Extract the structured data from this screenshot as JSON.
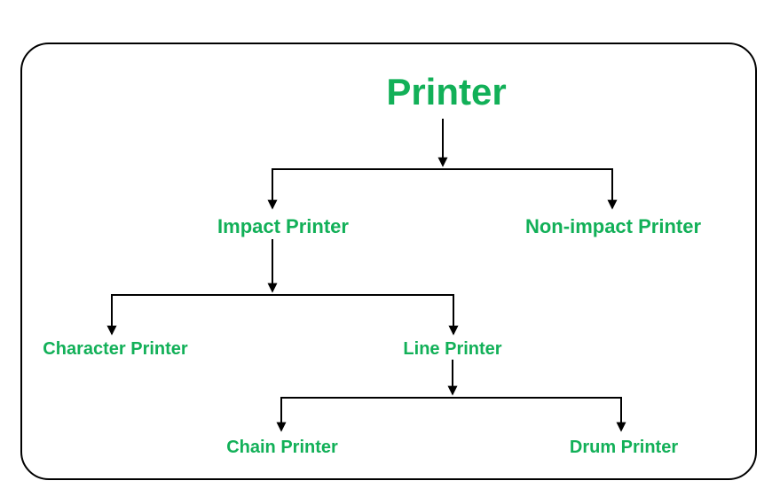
{
  "diagram": {
    "type": "tree",
    "title": "Printer",
    "hierarchy": {
      "label": "Printer",
      "children": [
        {
          "label": "Impact Printer",
          "children": [
            {
              "label": "Character Printer",
              "children": []
            },
            {
              "label": "Line Printer",
              "children": [
                {
                  "label": "Chain Printer",
                  "children": []
                },
                {
                  "label": "Drum Printer",
                  "children": []
                }
              ]
            }
          ]
        },
        {
          "label": "Non-impact Printer",
          "children": []
        }
      ]
    },
    "edges": [
      {
        "from": "Printer",
        "to": "Impact Printer"
      },
      {
        "from": "Printer",
        "to": "Non-impact Printer"
      },
      {
        "from": "Impact Printer",
        "to": "Character Printer"
      },
      {
        "from": "Impact Printer",
        "to": "Line Printer"
      },
      {
        "from": "Line Printer",
        "to": "Chain Printer"
      },
      {
        "from": "Line Printer",
        "to": "Drum Printer"
      }
    ]
  },
  "colors": {
    "label_green": "#12B058",
    "line_black": "#000000",
    "background": "#FFFFFF"
  }
}
